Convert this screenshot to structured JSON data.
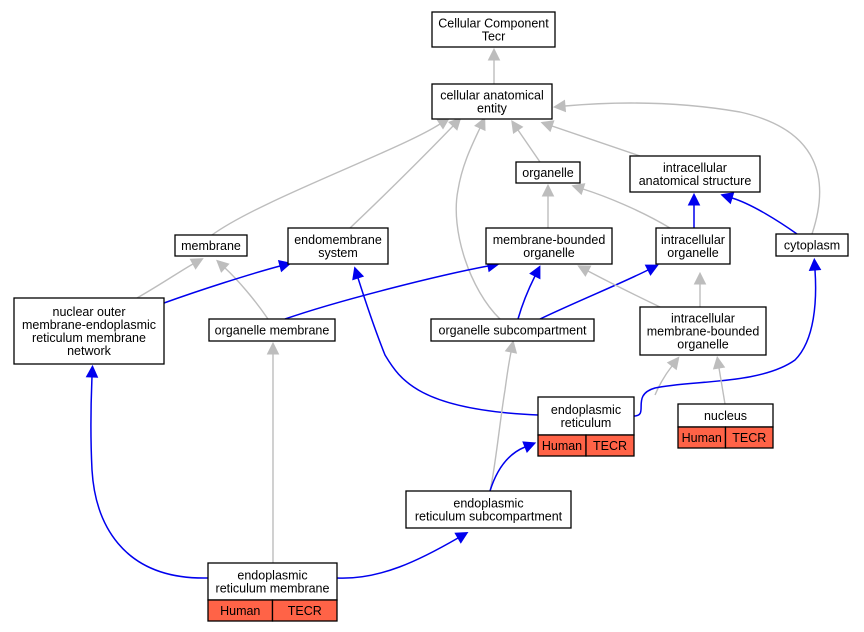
{
  "colors": {
    "gray_edge": "#bdbdbd",
    "blue_edge": "#0000ee",
    "badge": "#ff6347"
  },
  "nodes": {
    "root": {
      "lines": [
        "Cellular Component",
        "Tecr"
      ]
    },
    "cae": {
      "lines": [
        "cellular anatomical",
        "entity"
      ]
    },
    "organelle": {
      "lines": [
        "organelle"
      ]
    },
    "ias": {
      "lines": [
        "intracellular",
        "anatomical structure"
      ]
    },
    "membrane": {
      "lines": [
        "membrane"
      ]
    },
    "endomembrane": {
      "lines": [
        "endomembrane",
        "system"
      ]
    },
    "mbo": {
      "lines": [
        "membrane-bounded",
        "organelle"
      ]
    },
    "io": {
      "lines": [
        "intracellular",
        "organelle"
      ]
    },
    "cytoplasm": {
      "lines": [
        "cytoplasm"
      ]
    },
    "nuclear": {
      "lines": [
        "nuclear outer",
        "membrane-endoplasmic",
        "reticulum membrane",
        "network"
      ]
    },
    "orgmem": {
      "lines": [
        "organelle membrane"
      ]
    },
    "orgsub": {
      "lines": [
        "organelle subcompartment"
      ]
    },
    "imbo": {
      "lines": [
        "intracellular",
        "membrane-bounded",
        "organelle"
      ]
    },
    "er": {
      "lines": [
        "endoplasmic",
        "reticulum"
      ],
      "badges": [
        "Human",
        "TECR"
      ]
    },
    "nucleus": {
      "lines": [
        "nucleus"
      ],
      "badges": [
        "Human",
        "TECR"
      ]
    },
    "ersub": {
      "lines": [
        "endoplasmic",
        "reticulum subcompartment"
      ]
    },
    "ermem": {
      "lines": [
        "endoplasmic",
        "reticulum membrane"
      ],
      "badges": [
        "Human",
        "TECR"
      ]
    }
  },
  "edges": [
    {
      "from": "cae",
      "to": "root",
      "type": "gray"
    },
    {
      "from": "organelle",
      "to": "cae",
      "type": "gray"
    },
    {
      "from": "ias",
      "to": "cae",
      "type": "gray"
    },
    {
      "from": "membrane",
      "to": "cae",
      "type": "gray"
    },
    {
      "from": "endomembrane",
      "to": "cae",
      "type": "gray"
    },
    {
      "from": "orgsub",
      "to": "cae",
      "type": "gray"
    },
    {
      "from": "cytoplasm",
      "to": "cae",
      "type": "gray"
    },
    {
      "from": "mbo",
      "to": "organelle",
      "type": "gray"
    },
    {
      "from": "io",
      "to": "organelle",
      "type": "gray"
    },
    {
      "from": "io",
      "to": "ias",
      "type": "blue"
    },
    {
      "from": "cytoplasm",
      "to": "ias",
      "type": "blue"
    },
    {
      "from": "nuclear",
      "to": "membrane",
      "type": "gray"
    },
    {
      "from": "orgmem",
      "to": "membrane",
      "type": "gray"
    },
    {
      "from": "nuclear",
      "to": "endomembrane",
      "type": "blue"
    },
    {
      "from": "orgmem",
      "to": "mbo",
      "type": "blue"
    },
    {
      "from": "orgsub",
      "to": "mbo",
      "type": "blue"
    },
    {
      "from": "orgsub",
      "to": "io",
      "type": "blue"
    },
    {
      "from": "imbo",
      "to": "mbo",
      "type": "gray"
    },
    {
      "from": "imbo",
      "to": "io",
      "type": "gray"
    },
    {
      "from": "er",
      "to": "endomembrane",
      "type": "blue"
    },
    {
      "from": "er",
      "to": "imbo",
      "type": "gray"
    },
    {
      "from": "er",
      "to": "cytoplasm",
      "type": "blue"
    },
    {
      "from": "nucleus",
      "to": "imbo",
      "type": "gray"
    },
    {
      "from": "ersub",
      "to": "orgsub",
      "type": "gray"
    },
    {
      "from": "ersub",
      "to": "er",
      "type": "blue"
    },
    {
      "from": "ermem",
      "to": "orgmem",
      "type": "gray"
    },
    {
      "from": "ermem",
      "to": "nuclear",
      "type": "blue"
    },
    {
      "from": "ermem",
      "to": "ersub",
      "type": "blue"
    }
  ]
}
